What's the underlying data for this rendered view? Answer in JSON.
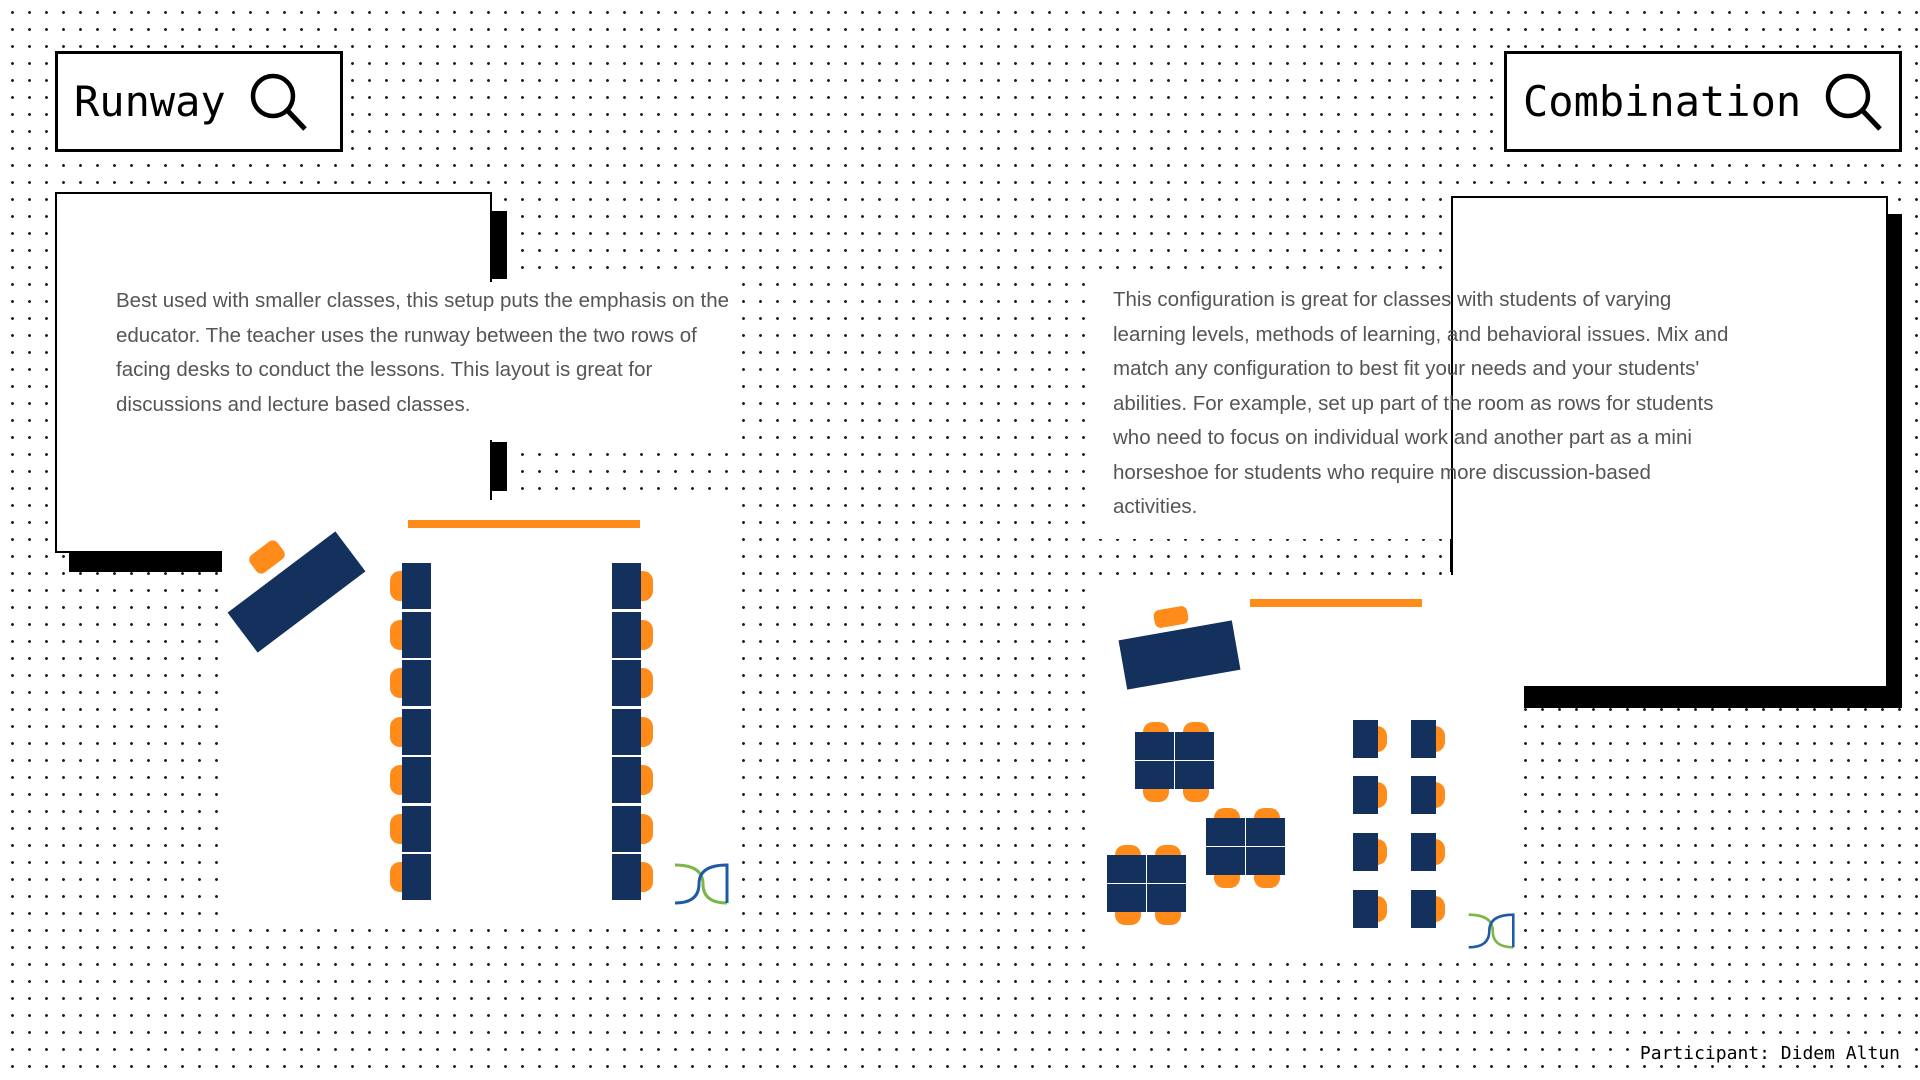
{
  "left": {
    "title": "Runway",
    "title_icon": "search-icon",
    "description": "Best used with smaller classes, this setup puts the emphasis on the educator. The teacher uses the runway between the two rows of facing desks to conduct the lessons. This layout is great for discussions and lecture based classes."
  },
  "right": {
    "title": "Combination",
    "title_icon": "search-icon",
    "description": "This configuration is great for classes with students of varying learning levels, methods of learning, and behavioral issues. Mix and match any configuration to best fit your needs and your students' abilities. For example, set up part of the room as rows for students who need to focus on individual work and another part as a mini horseshoe for students who require more discussion-based activities."
  },
  "footer": {
    "participant": "Participant: Didem Altun"
  },
  "colors": {
    "desk": "#13315c",
    "chair": "#ff8c1a",
    "logo_green": "#7ab648",
    "logo_blue": "#1f5aa6"
  }
}
